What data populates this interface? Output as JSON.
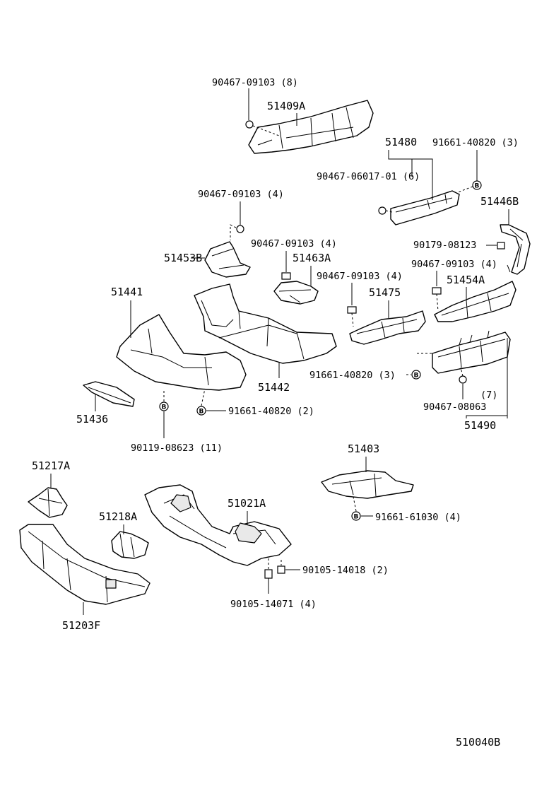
{
  "diagram_code": "510040B",
  "labels": {
    "p51409A": "51409A",
    "b9046709103_8": "90467-09103 (8)",
    "p51480": "51480",
    "b9166140820_3_top": "91661-40820 (3)",
    "b9046706017_6": "90467-06017-01 (6)",
    "p51446B": "51446B",
    "b9046709103_4_a": "90467-09103 (4)",
    "b9046709103_4_b": "90467-09103 (4)",
    "p51463A": "51463A",
    "p51453B": "51453B",
    "b9017908123": "90179-08123",
    "b9046709103_4_c": "90467-09103 (4)",
    "b9046709103_4_d": "90467-09103 (4)",
    "p51454A": "51454A",
    "p51441": "51441",
    "p51475": "51475",
    "b9166140820_3_mid": "91661-40820 (3)",
    "p51442": "51442",
    "qty7": "(7)",
    "b9046708063": "90467-08063",
    "p51436": "51436",
    "b9166140820_2": "91661-40820 (2)",
    "p51490": "51490",
    "b9011908623_11": "90119-08623 (11)",
    "p51403": "51403",
    "p51217A": "51217A",
    "p51021A": "51021A",
    "p51218A": "51218A",
    "b9166161030_4": "91661-61030 (4)",
    "b9010514018_2": "90105-14018 (2)",
    "b9010514071_4": "90105-14071 (4)",
    "p51203F": "51203F"
  },
  "clip_marker": "B"
}
